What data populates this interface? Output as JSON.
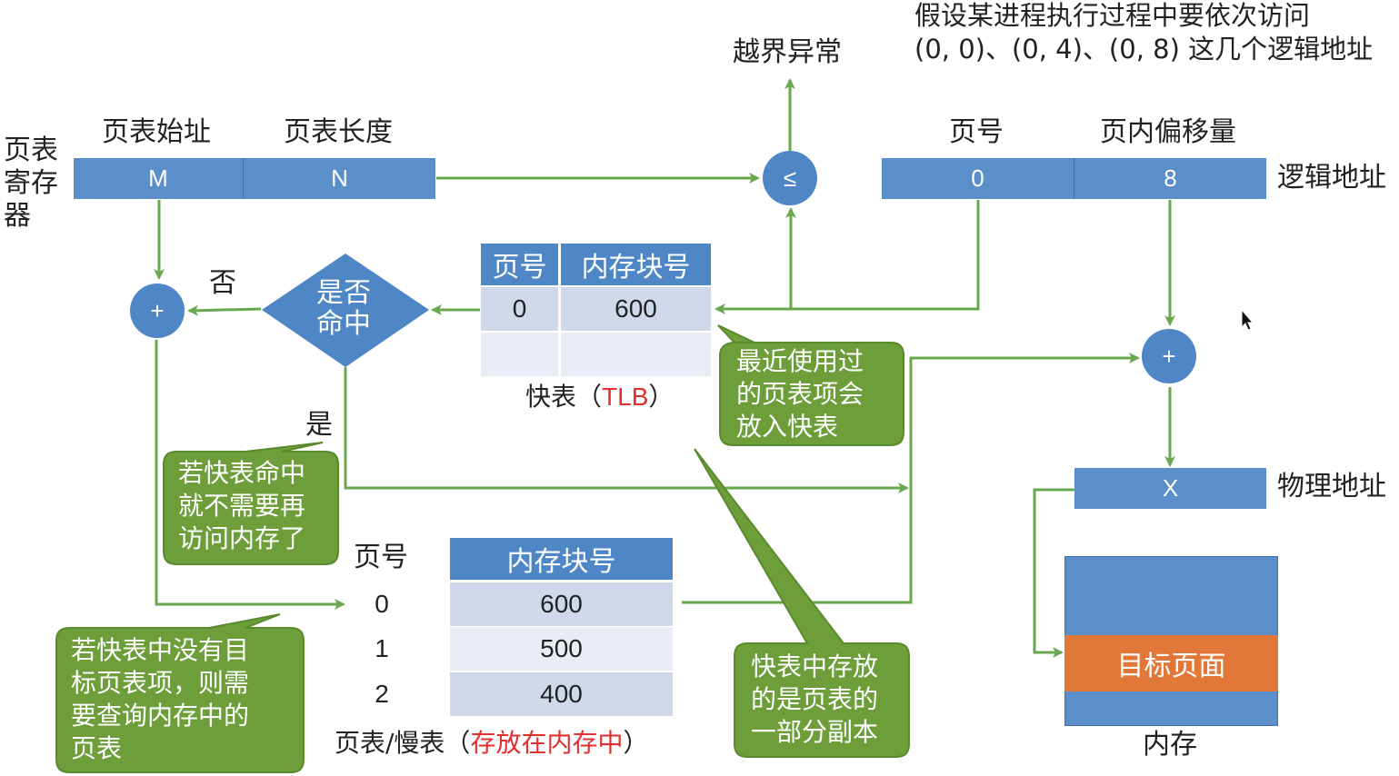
{
  "note": {
    "line1": "假设某进程执行过程中要依次访问",
    "line2": "(0, 0)、(0, 4)、(0, 8) 这几个逻辑地址"
  },
  "out_of_bounds": "越界异常",
  "ptr": {
    "label": "页表\n寄存\n器",
    "start_header": "页表始址",
    "length_header": "页表长度",
    "start_value": "M",
    "length_value": "N"
  },
  "compare_symbol": "≤",
  "logical": {
    "page_header": "页号",
    "offset_header": "页内偏移量",
    "page_value": "0",
    "offset_value": "8",
    "label": "逻辑地址"
  },
  "plus_symbol": "+",
  "no_label": "否",
  "yes_label": "是",
  "decision": "是否\n命中",
  "tlb": {
    "col_page": "页号",
    "col_block": "内存块号",
    "rows": [
      {
        "page": "0",
        "block": "600"
      },
      {
        "page": "",
        "block": ""
      }
    ],
    "caption_pre": "快表（",
    "caption_red": "TLB",
    "caption_post": "）"
  },
  "page_table": {
    "col_page": "页号",
    "col_block": "内存块号",
    "rows": [
      {
        "page": "0",
        "block": "600"
      },
      {
        "page": "1",
        "block": "500"
      },
      {
        "page": "2",
        "block": "400"
      }
    ],
    "caption_pre": "页表/慢表（",
    "caption_red": "存放在内存中",
    "caption_post": "）"
  },
  "physical": {
    "value": "X",
    "label": "物理地址"
  },
  "memory": {
    "target": "目标页面",
    "label": "内存"
  },
  "callouts": {
    "recent": "最近使用过\n的页表项会\n放入快表",
    "hit": "若快表命中\n就不需要再\n访问内存了",
    "miss": "若快表中没有目\n标页表项，则需\n要查询内存中的\n页表",
    "copy": "快表中存放\n的是页表的\n一部分副本"
  },
  "colors": {
    "box_blue": "#5b8fc9",
    "arrow_green": "#6aa84f",
    "callout_green": "#6d9e3a",
    "table_light": "#cfd9ea",
    "target_orange": "#e2773a"
  }
}
